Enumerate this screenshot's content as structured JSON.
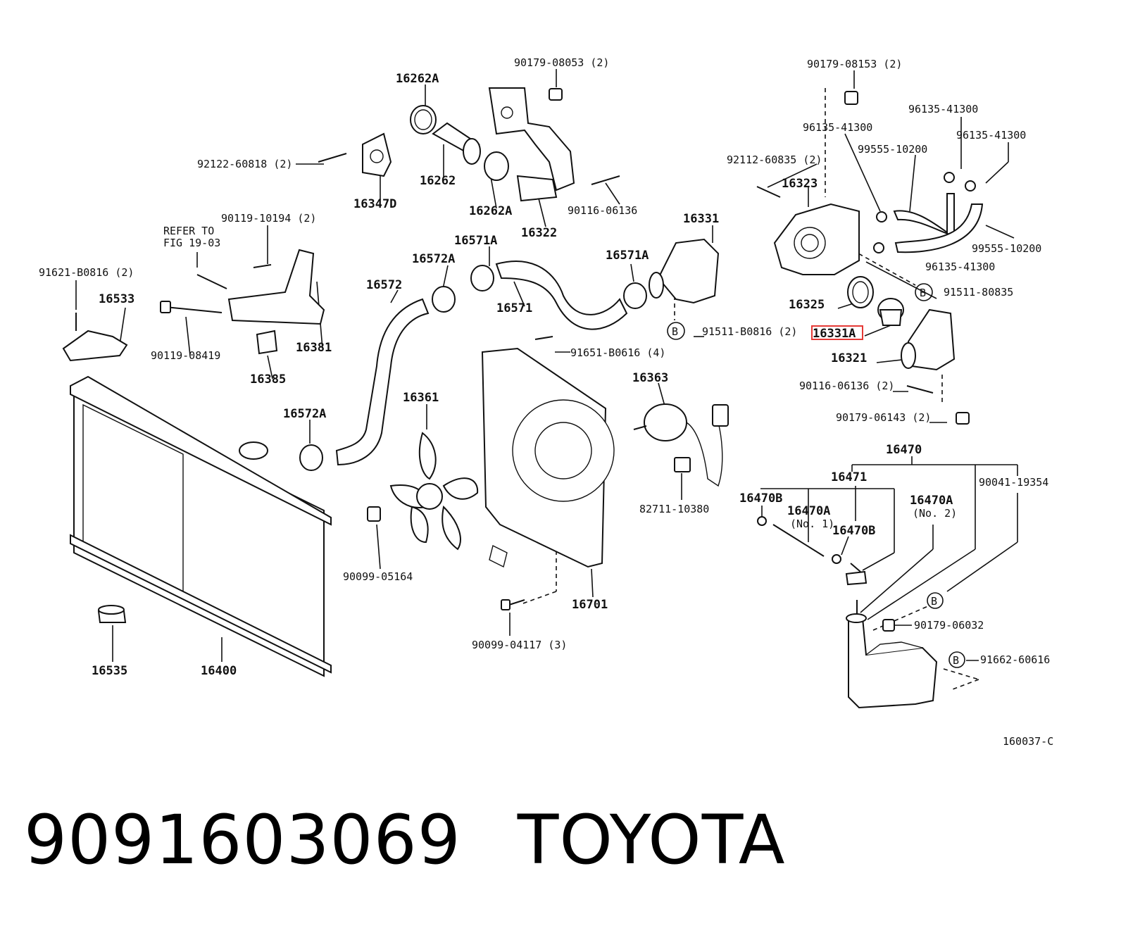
{
  "diagram_code": "160037-C",
  "callouts": {
    "p16262A": "16262A",
    "p90179_08053": "90179-08053 (2)",
    "p90179_08153": "90179-08153 (2)",
    "p96135_41300_a": "96135-41300",
    "p96135_41300_b": "96135-41300",
    "p96135_41300_c": "96135-41300",
    "p96135_41300_d": "96135-41300",
    "p99555_10200_a": "99555-10200",
    "p99555_10200_b": "99555-10200",
    "p92122_60818": "92122-60818 (2)",
    "p16347D": "16347D",
    "p16262": "16262",
    "p16262A_b": "16262A",
    "p16322": "16322",
    "p90116_06136": "90116-06136",
    "p92112_60835": "92112-60835 (2)",
    "p16323": "16323",
    "p16331": "16331",
    "p90119_10194": "90119-10194 (2)",
    "refer_to": "REFER TO",
    "fig_19_03": "FIG 19-03",
    "p91621_B0816": "91621-B0816 (2)",
    "p16533": "16533",
    "p16381": "16381",
    "p90119_08419": "90119-08419",
    "p16385": "16385",
    "p16571A_a": "16571A",
    "p16571A_b": "16571A",
    "p16572A_a": "16572A",
    "p16572": "16572",
    "p16571": "16571",
    "p91511_80835": "91511-80835",
    "p16325": "16325",
    "p91511_B0816": "91511-B0816 (2)",
    "p16331A": "16331A",
    "p16321": "16321",
    "p91651_B0616": "91651-B0616 (4)",
    "p16363": "16363",
    "p90116_06136_b": "90116-06136 (2)",
    "p90179_06143": "90179-06143 (2)",
    "p16572A_b": "16572A",
    "p16361": "16361",
    "p16470": "16470",
    "p16471": "16471",
    "p90041_19354": "90041-19354",
    "p82711_10380": "82711-10380",
    "p16470B_a": "16470B",
    "p16470A_1": "16470A",
    "no1": "(No. 1)",
    "p16470A_2": "16470A",
    "no2": "(No. 2)",
    "p16470B_b": "16470B",
    "p90099_05164": "90099-05164",
    "p16701": "16701",
    "p90179_06032": "90179-06032",
    "p91662_60616": "91662-60616",
    "p90099_04117": "90099-04117 (3)",
    "p16535": "16535",
    "p16400": "16400",
    "marker_b": "B"
  },
  "highlighted_part": "16331A",
  "highlight_color": "#e53935",
  "footer": {
    "part_number": "9091603069",
    "brand": "TOYOTA"
  }
}
